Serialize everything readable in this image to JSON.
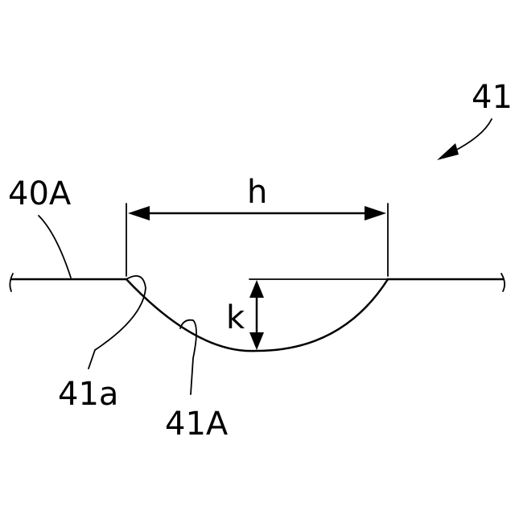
{
  "figure": {
    "labels": {
      "ref_41": "41",
      "ref_40A": "40A",
      "dim_h": "h",
      "dim_k": "k",
      "ref_41a": "41a",
      "ref_41A": "41A"
    }
  }
}
